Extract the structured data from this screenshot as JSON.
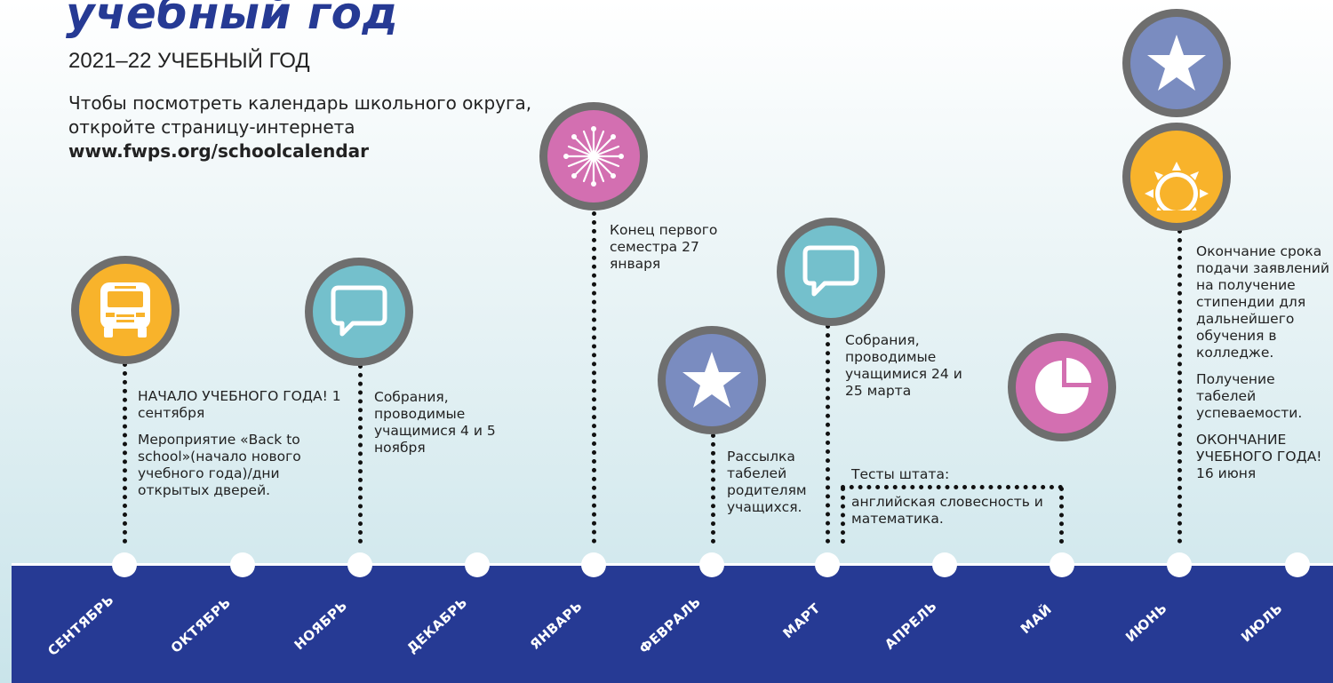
{
  "header": {
    "title": "учебный год",
    "subtitle": "2021–22 УЧЕБНЫЙ ГОД",
    "intro_text": "Чтобы посмотреть календарь школьного округа, откройте страницу-интернета",
    "intro_url": "www.fwps.org/schoolcalendar"
  },
  "colors": {
    "title": "#263a94",
    "band": "#263a94",
    "yellow": "#f8b32b",
    "teal": "#74c0cc",
    "pink": "#d36fb1",
    "purple": "#7a8cc0",
    "ring": "#6e6e6e"
  },
  "events": {
    "september": {
      "icon": "school-bus-icon",
      "line1": "НАЧАЛО УЧЕБНОГО ГОДА! 1 сентября",
      "line2": "Мероприятие «Back to school»(начало нового учебного года)/дни открытых дверей."
    },
    "november": {
      "icon": "speech-bubble-icon",
      "text": "Собрания, проводимые учащимися 4 и 5 ноября"
    },
    "january": {
      "icon": "snowflake-icon",
      "text": "Конец первого семестра 27 января"
    },
    "february": {
      "icon": "star-icon",
      "text": "Рассылка табелей родителям учащихся."
    },
    "march": {
      "icon": "speech-bubble-icon",
      "text": "Собрания, проводимые учащимися 24 и 25 марта"
    },
    "state_tests": {
      "heading": "Тесты штата:",
      "text": "английская словесность и математика."
    },
    "may": {
      "icon": "pie-chart-icon"
    },
    "june": {
      "icons": [
        "star-icon",
        "sun-icon"
      ],
      "line1": "Окончание срока подачи заявлений на получение стипендии для дальнейшего обучения в колледже.",
      "line2": "Получение табелей успеваемости.",
      "line3": "ОКОНЧАНИЕ УЧЕБНОГО ГОДА! 16 июня"
    }
  },
  "months": [
    "СЕНТЯБРЬ",
    "ОКТЯБРЬ",
    "НОЯБРЬ",
    "ДЕКАБРЬ",
    "ЯНВАРЬ",
    "ФЕВРАЛЬ",
    "МАРТ",
    "АПРЕЛЬ",
    "МАЙ",
    "ИЮНЬ",
    "ИЮЛЬ"
  ]
}
